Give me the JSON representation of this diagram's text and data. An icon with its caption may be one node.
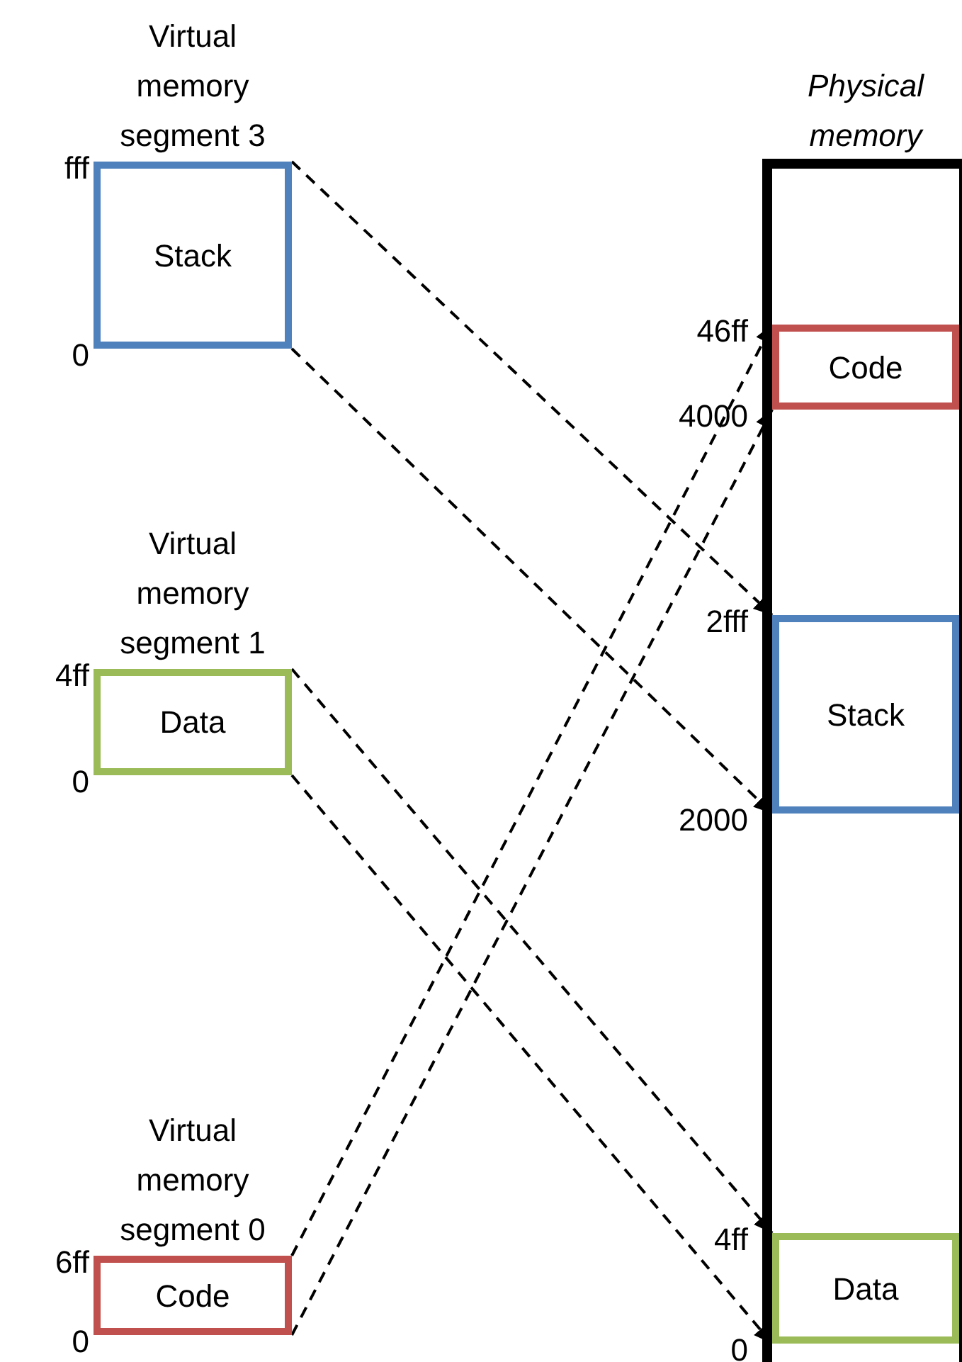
{
  "diagram": {
    "nodes": [
      {
        "text": [
          "Virtual memory segment 3",
          "Stack"
        ],
        "beside": [
          "fff",
          "0"
        ]
      },
      {
        "text": [
          "Physical memory"
        ]
      },
      {
        "text": [
          "Code"
        ],
        "in": 1,
        "beside": [
          "46ff",
          "4000"
        ]
      },
      {
        "text": [
          "Stack"
        ],
        "in": 1,
        "beside": [
          "2fff",
          "2000"
        ]
      },
      {
        "text": [
          "Virtual memory segment 1",
          "Data"
        ],
        "beside": [
          "4ff",
          "0"
        ]
      },
      {
        "text": [
          "Data"
        ],
        "in": 1,
        "beside": [
          "4ff",
          "0"
        ]
      },
      {
        "text": [
          "Virtual memory segment 0",
          "Code"
        ],
        "beside": [
          "6ff",
          "0"
        ]
      }
    ],
    "edges": [
      {
        "from": 0,
        "to": 3,
        "arrow": "to",
        "style": "dashed"
      },
      {
        "from": 0,
        "to": 3,
        "arrow": "to",
        "style": "dashed"
      },
      {
        "from": 4,
        "to": 5,
        "arrow": "to",
        "style": "dashed"
      },
      {
        "from": 4,
        "to": 5,
        "arrow": "to",
        "style": "dashed"
      },
      {
        "from": 6,
        "to": 2,
        "arrow": "to",
        "style": "dashed"
      },
      {
        "from": 6,
        "to": 2,
        "arrow": "to",
        "style": "dashed"
      }
    ]
  }
}
